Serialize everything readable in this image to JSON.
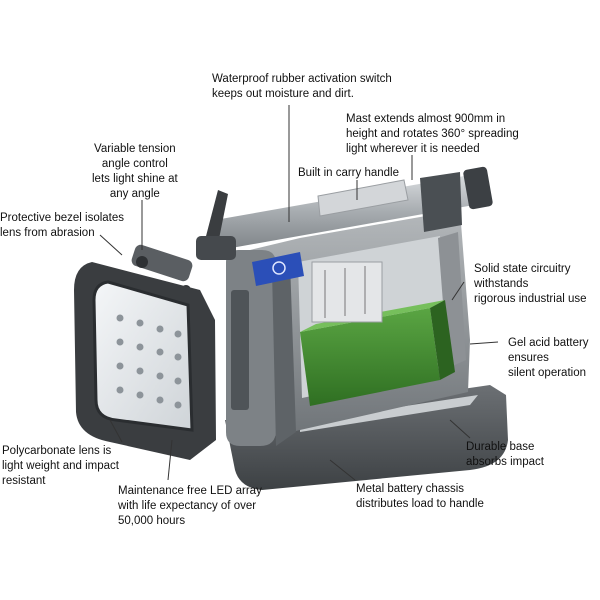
{
  "callouts": {
    "waterproof_switch": "Waterproof rubber activation switch\nkeeps out moisture and dirt.",
    "mast": "Mast extends almost 900mm in\nheight and rotates 360° spreading\nlight wherever it is needed",
    "variable_tension": "Variable tension\nangle control\nlets light shine at\nany angle",
    "carry_handle": "Built in carry handle",
    "protective_bezel": "Protective bezel isolates\nlens from abrasion",
    "solid_state": "Solid state circuitry\nwithstands\nrigorous industrial use",
    "gel_battery": "Gel acid battery\nensures\nsilent operation",
    "durable_base": "Durable base\nabsorbs impact",
    "polycarbonate_lens": "Polycarbonate lens is\nlight weight and impact\nresistant",
    "led_array": "Maintenance free LED array\nwith life expectancy of over\n50,000 hours",
    "battery_chassis": "Metal battery chassis\ndistributes load to handle"
  },
  "colors": {
    "housing": "#8e9296",
    "housing_dark": "#4d5257",
    "base": "#5b5f63",
    "battery_green": "#3f8a2e",
    "switch_blue": "#2b4fb8",
    "lens_frame": "#3a3d40"
  }
}
